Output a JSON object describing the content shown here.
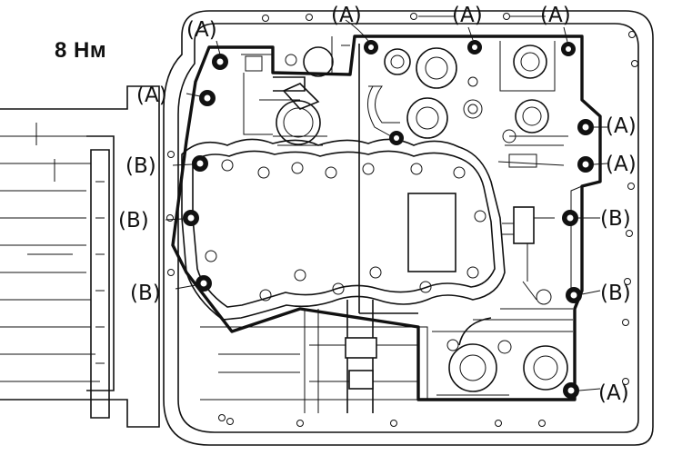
{
  "torque": {
    "text": "8 Нм"
  },
  "labels": {
    "a": "(A)",
    "b": "(B)"
  }
}
